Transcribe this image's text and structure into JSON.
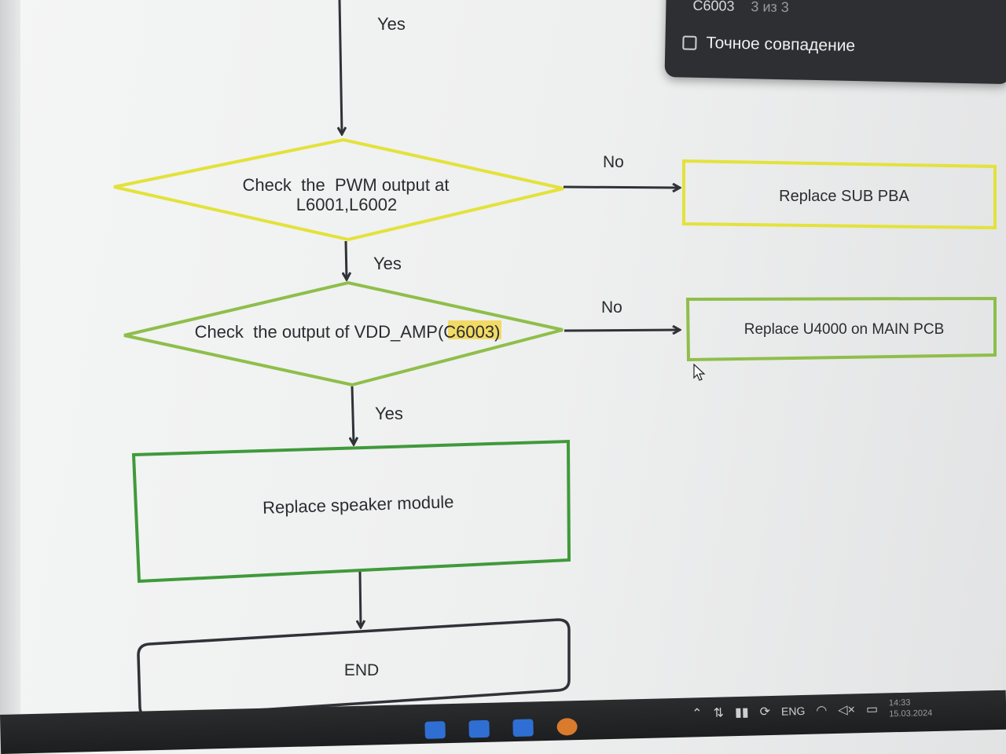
{
  "flowchart": {
    "top_edge_label": "Yes",
    "decision_pwm": {
      "line1": "Check  the  PWM output at",
      "line2": "L6001,L6002"
    },
    "decision_pwm_no_label": "No",
    "decision_pwm_yes_label": "Yes",
    "action_sub_pba": "Replace SUB PBA",
    "decision_vdd": {
      "prefix": "Check  the output of VDD_AMP(",
      "highlight": "C6003",
      "suffix": ")"
    },
    "decision_vdd_no_label": "No",
    "decision_vdd_yes_label": "Yes",
    "action_u4000": "Replace U4000 on MAIN PCB",
    "action_speaker": "Replace speaker module",
    "terminal_end": "END",
    "colors": {
      "yellow": "#e3e23a",
      "green_light": "#8fbe4a",
      "green_dark": "#3f9a3a",
      "arrow": "#2f3337",
      "highlight": "#f2d64b"
    }
  },
  "find_panel": {
    "search_term": "C6003",
    "match_count": "3 из 3",
    "exact_match_label": "Точное совпадение",
    "exact_match_checked": false
  },
  "taskbar": {
    "language": "ENG",
    "time": "14:33",
    "date": "15.03.2024",
    "icons": [
      "chevron-up-icon",
      "sliders-icon",
      "media-icon",
      "sync-icon",
      "wifi-icon",
      "volume-muted-icon",
      "battery-icon"
    ]
  }
}
